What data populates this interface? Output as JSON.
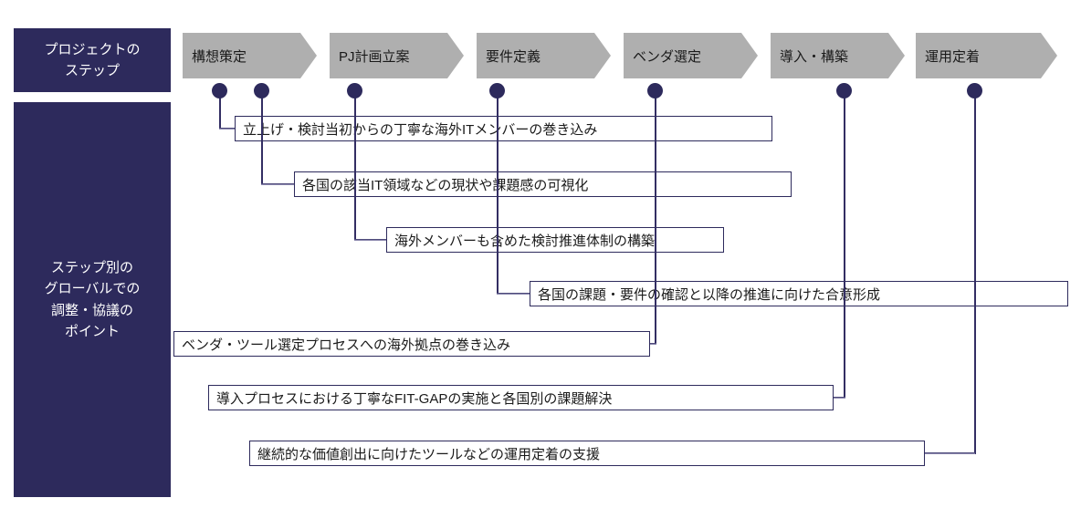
{
  "colors": {
    "navy": "#2D2A5C",
    "arrow_gray": "#AFAFAF",
    "text_dark": "#1A1A1A",
    "connector": "#332E63",
    "connector_light": "#A9A6C6"
  },
  "left_labels": {
    "top": "プロジェクトの\nステップ",
    "bottom": "ステップ別の\nグローバルでの\n調整・協議の\nポイント"
  },
  "steps": [
    {
      "label": "構想策定"
    },
    {
      "label": "PJ計画立案"
    },
    {
      "label": "要件定義"
    },
    {
      "label": "ベンダ選定"
    },
    {
      "label": "導入・構築"
    },
    {
      "label": "運用定着"
    }
  ],
  "points": [
    {
      "text": "立上げ・検討当初からの丁寧な海外ITメンバーの巻き込み",
      "step": "構想策定"
    },
    {
      "text": "各国の該当IT領域などの現状や課題感の可視化",
      "step": "構想策定"
    },
    {
      "text": "海外メンバーも含めた検討推進体制の構築",
      "step": "PJ計画立案"
    },
    {
      "text": "各国の課題・要件の確認と以降の推進に向けた合意形成",
      "step": "要件定義"
    },
    {
      "text": "ベンダ・ツール選定プロセスへの海外拠点の巻き込み",
      "step": "ベンダ選定"
    },
    {
      "text": "導入プロセスにおける丁寧なFIT-GAPの実施と各国別の課題解決",
      "step": "導入・構築"
    },
    {
      "text": "継続的な価値創出に向けたツールなどの運用定着の支援",
      "step": "運用定着"
    }
  ]
}
